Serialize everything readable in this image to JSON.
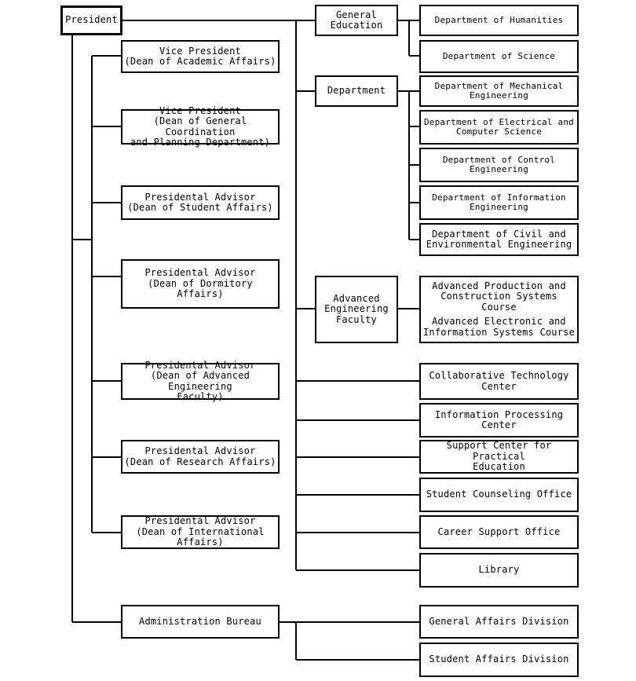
{
  "president": "President",
  "advisors": [
    "Vice President\n(Dean of Academic Affairs)",
    "Vice President\n(Dean of General Coordination\nand Planning Department)",
    "Presidental Advisor\n(Dean of Student Affairs)",
    "Presidental Advisor\n(Dean of Dormitory Affairs)",
    "Presidental Advisor\n(Dean of Advanced Engineering\nFaculty)",
    "Presidental Advisor\n(Dean of Research Affairs)",
    "Presidental Advisor\n(Dean of International Affairs)"
  ],
  "administration_bureau": "Administration Bureau",
  "general_education": "General\nEducation",
  "general_education_units": [
    "Department of Humanities",
    "Department of Science"
  ],
  "department": "Department",
  "departments": [
    "Department of Mechanical\nEngineering",
    "Department of Electrical and\nComputer Science",
    "Department of Control Engineering",
    "Department of Information\nEngineering",
    "Department of Civil and\nEnvironmental Engineering"
  ],
  "advanced_faculty": "Advanced\nEngineering\nFaculty",
  "advanced_courses": [
    "Advanced Production and\nConstruction Systems Course",
    "Advanced Electronic and\nInformation Systems Course"
  ],
  "centers": [
    "Collaborative Technology Center",
    "Information Processing Center",
    "Support Center for Practical\nEducation",
    "Student Counseling Office",
    "Career Support Office",
    "Library"
  ],
  "divisions": [
    "General Affairs Division",
    "Student Affairs Division"
  ]
}
